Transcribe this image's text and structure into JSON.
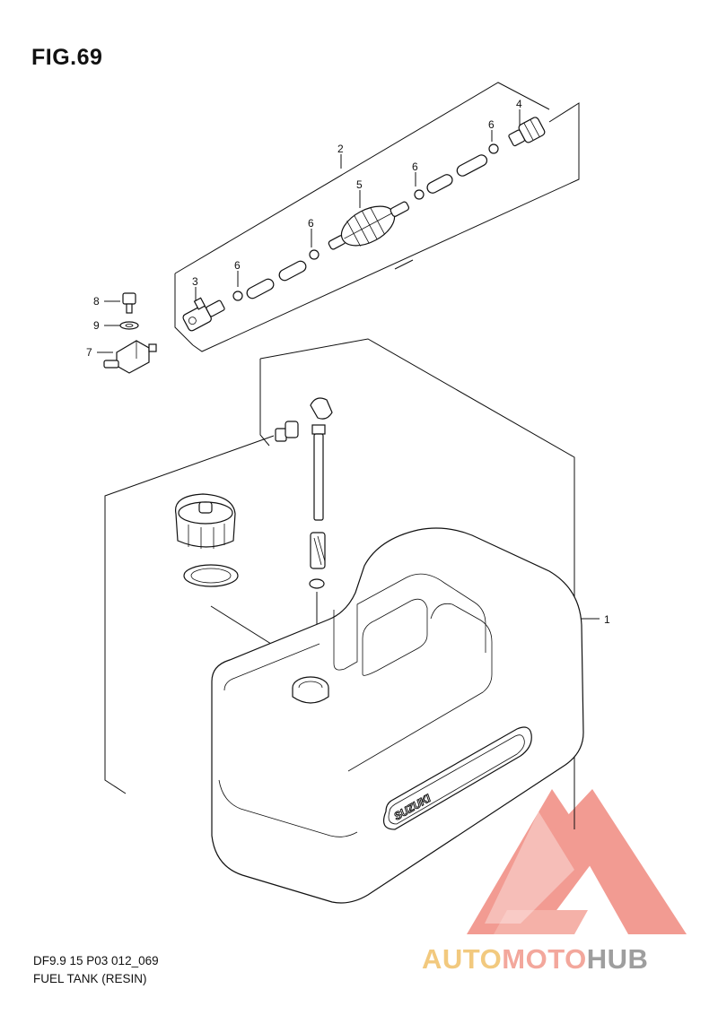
{
  "figure": {
    "title": "FIG.69",
    "code": "DF9.9 15 P03 012_069",
    "name": "FUEL TANK (RESIN)"
  },
  "tank_logo": "SUZUKI",
  "callouts": [
    {
      "id": "c1",
      "label": "1"
    },
    {
      "id": "c2",
      "label": "2"
    },
    {
      "id": "c3",
      "label": "3"
    },
    {
      "id": "c4",
      "label": "4"
    },
    {
      "id": "c5",
      "label": "5"
    },
    {
      "id": "c6a",
      "label": "6"
    },
    {
      "id": "c6b",
      "label": "6"
    },
    {
      "id": "c6c",
      "label": "6"
    },
    {
      "id": "c6d",
      "label": "6"
    },
    {
      "id": "c7",
      "label": "7"
    },
    {
      "id": "c8",
      "label": "8"
    },
    {
      "id": "c9",
      "label": "9"
    }
  ],
  "watermark": {
    "part1": "AUTO",
    "part2": "MOTO",
    "part3": "HUB",
    "colors": {
      "part1": "#f2c97e",
      "part2": "#f3a79c",
      "part3": "#9e9e9e",
      "logo": "#f08a80"
    }
  }
}
